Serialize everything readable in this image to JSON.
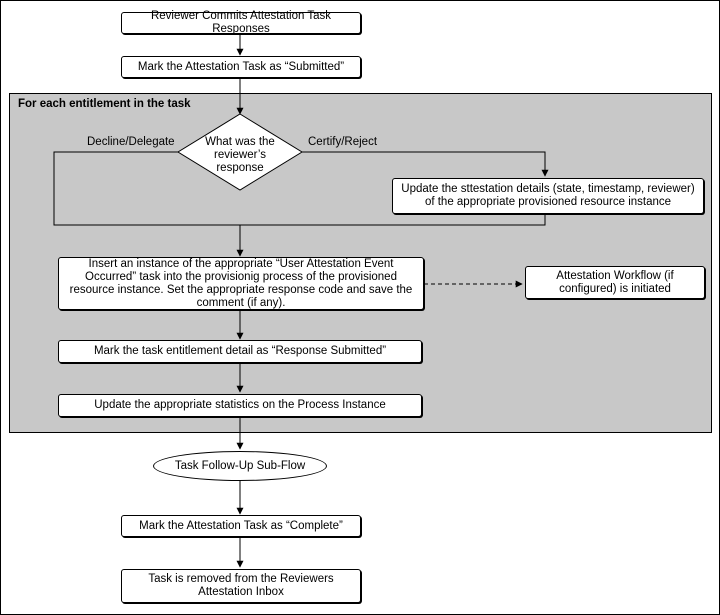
{
  "section_label": "For each entitlement in the task",
  "nodes": {
    "commit": "Reviewer Commits Attestation Task Responses",
    "submitted": "Mark the Attestation Task as “Submitted”",
    "decision": "What was the reviewer’s response",
    "update_details": "Update the sttestation details (state, timestamp, reviewer) of the appropriate provisioned resource instance",
    "insert_instance": "Insert an instance of the appropriate “User Attestation Event Occurred” task into the provisionig process of the provisioned resource instance. Set the appropriate response code and save the comment (if any).",
    "workflow": "Attestation Workflow (if configured) is initiated",
    "mark_detail": "Mark the task entitlement detail as  “Response Submitted”",
    "update_stats": "Update the appropriate statistics on the Process Instance",
    "followup": "Task Follow-Up Sub-Flow",
    "complete": "Mark the Attestation Task as “Complete”",
    "removed": "Task is removed from the Reviewers Attestation Inbox"
  },
  "edge_labels": {
    "left": "Decline/Delegate",
    "right": "Certify/Reject"
  }
}
